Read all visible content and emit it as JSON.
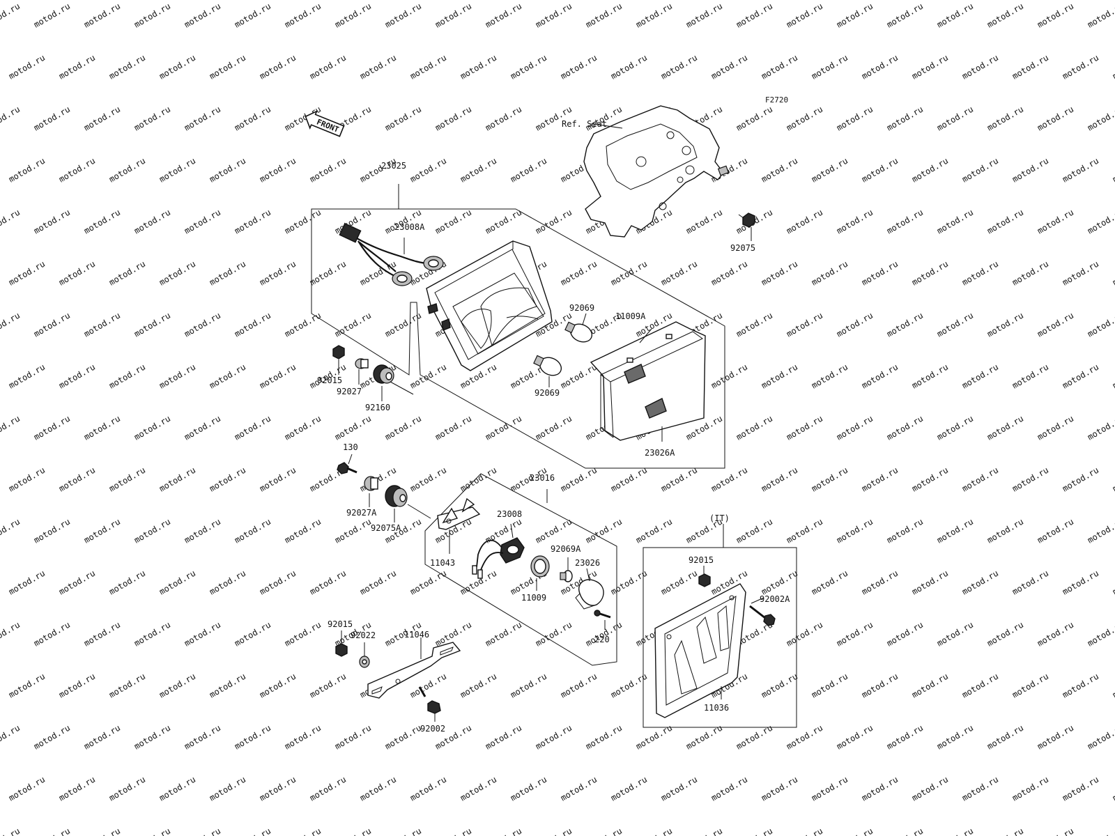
{
  "watermark": "motod.ru",
  "figure_code": "F2720",
  "front_label": "FRONT",
  "ref_seat": "Ref. Seat",
  "variant_label": "(IT)",
  "callouts": {
    "c23025": "23025",
    "c23008a": "23008A",
    "c92069_top": "92069",
    "c11009a": "11009A",
    "c92069_bottom": "92069",
    "c23026a": "23026A",
    "c92015_top": "92015",
    "c92027": "92027",
    "c92160": "92160",
    "c92075": "92075",
    "c130": "130",
    "c92027a": "92027A",
    "c92075a": "92075A",
    "c23016": "23016",
    "c23008": "23008",
    "c11043": "11043",
    "c92069a": "92069A",
    "c23026": "23026",
    "c11009": "11009",
    "c220": "220",
    "c92015_mid": "92015",
    "c92022": "92022",
    "c11046": "11046",
    "c92002": "92002",
    "c92015_it": "92015",
    "c92002a": "92002A",
    "c11036": "11036"
  }
}
